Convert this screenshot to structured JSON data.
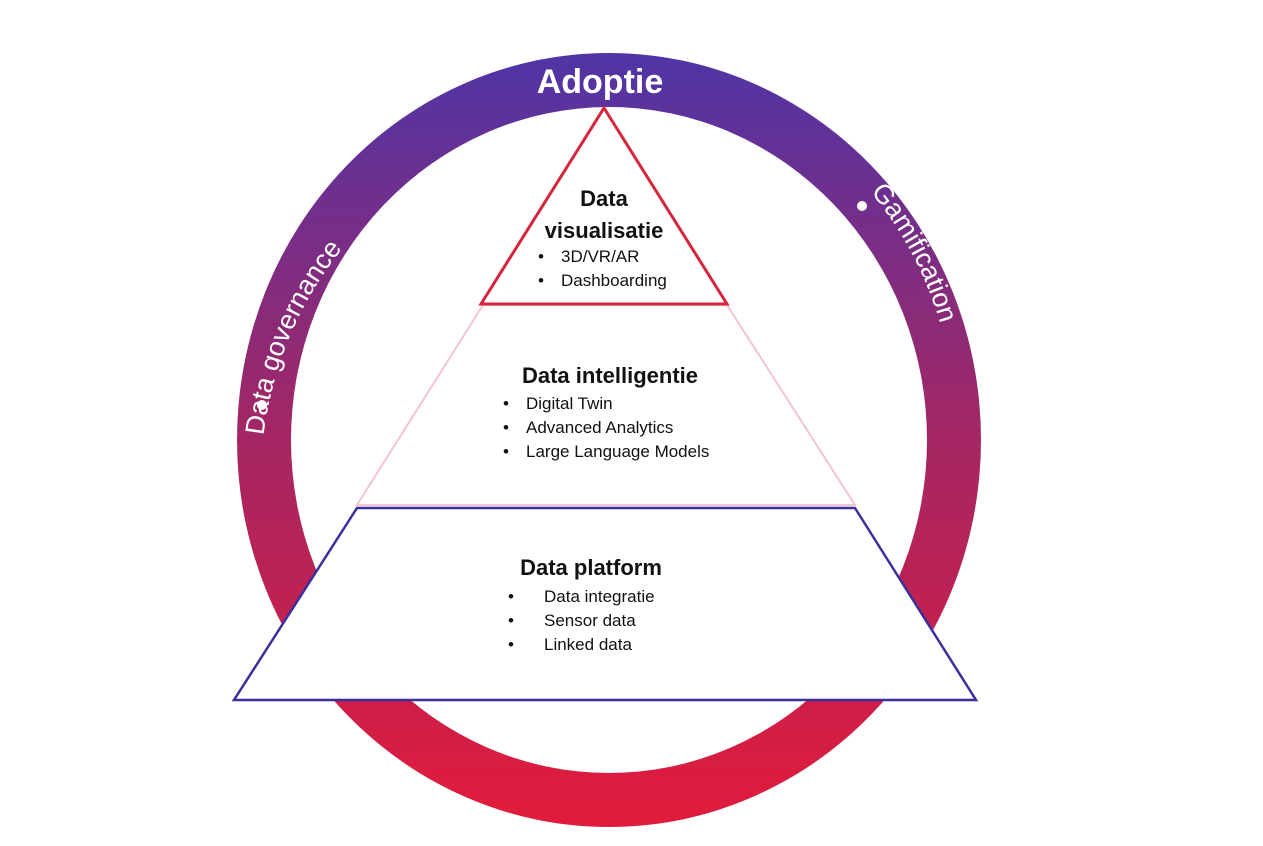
{
  "ring": {
    "top_label": "Adoptie",
    "left_label": "Data governance",
    "right_label": "Gamification",
    "gradient_top_color": "#4f35a6",
    "gradient_bottom_color": "#e11b3b"
  },
  "pyramid": {
    "top": {
      "title_line1": "Data",
      "title_line2": "visualisatie",
      "items": [
        "3D/VR/AR",
        "Dashboarding"
      ],
      "outline_color": "#d6263b"
    },
    "middle": {
      "title": "Data intelligentie",
      "items": [
        "Digital Twin",
        "Advanced Analytics",
        "Large Language Models"
      ],
      "outline_color": "#f3c6cf"
    },
    "bottom": {
      "title": "Data platform",
      "items": [
        "Data integratie",
        "Sensor data",
        "Linked data"
      ],
      "outline_color": "#3b2f9c"
    }
  }
}
